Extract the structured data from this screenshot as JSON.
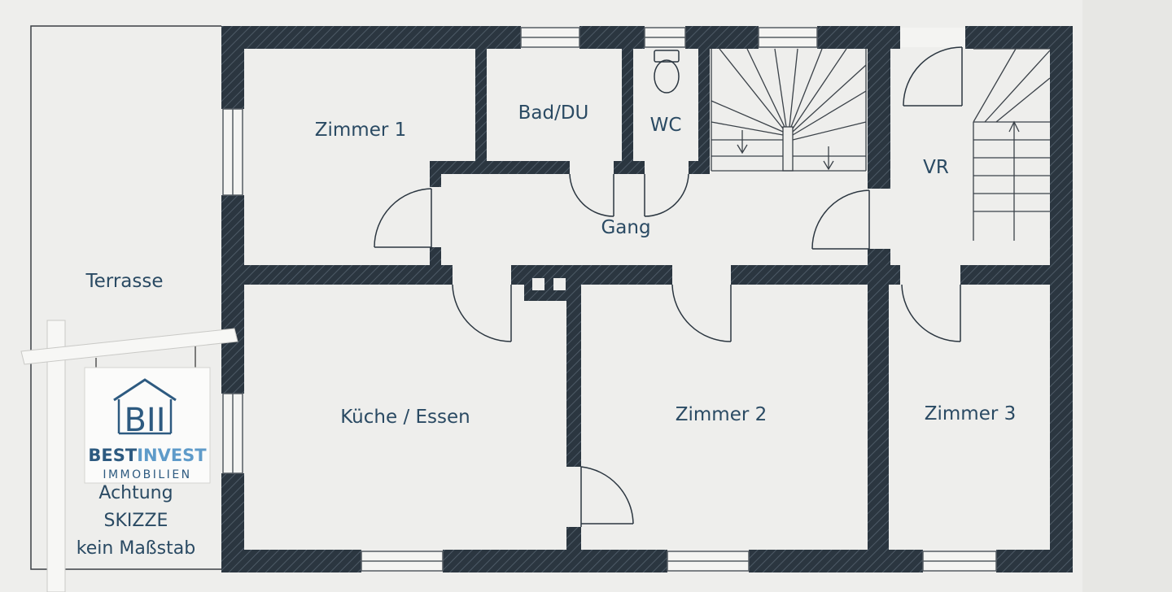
{
  "rooms": {
    "zimmer1": "Zimmer 1",
    "bad": "Bad/DU",
    "wc": "WC",
    "vr": "VR",
    "gang": "Gang",
    "terrasse": "Terrasse",
    "kueche": "Küche / Essen",
    "zimmer2": "Zimmer 2",
    "zimmer3": "Zimmer 3"
  },
  "sign": {
    "brand_line1_a": "BEST",
    "brand_line1_b": "INVEST",
    "brand_line2": "IMMOBILIEN",
    "logo_letters": "BII"
  },
  "note": {
    "line1": "Achtung",
    "line2": "SKIZZE",
    "line3": "kein Maßstab"
  },
  "colors": {
    "wall": "#2b3640",
    "label": "#2a4a63",
    "brand": "#2d5a80",
    "background": "#eeeeec"
  }
}
